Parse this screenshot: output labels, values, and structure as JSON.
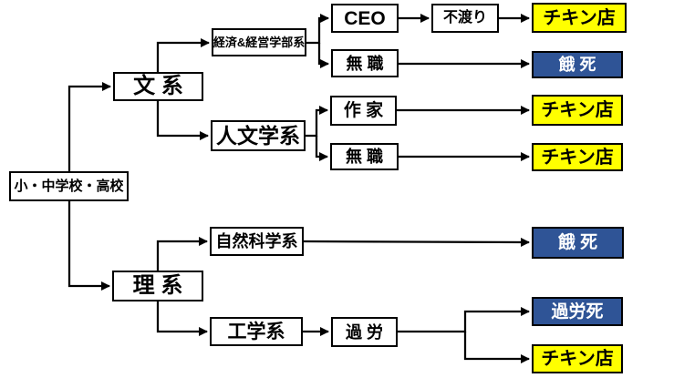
{
  "diagram": {
    "type": "flowchart",
    "direction": "left-to-right",
    "colors": {
      "canvas_background": "#FFFFFF",
      "box_background": "#FFFFFF",
      "box_border": "#000000",
      "connector": "#000000",
      "outcome_yellow_background": "#FFFF00",
      "outcome_yellow_text": "#000000",
      "outcome_blue_background": "#2F5496",
      "outcome_blue_text": "#FFFFFF"
    },
    "nodes": {
      "school": {
        "label": "小・中学校・高校",
        "variant": "white"
      },
      "bunkei": {
        "label": "文 系",
        "variant": "white"
      },
      "rikei": {
        "label": "理 系",
        "variant": "white"
      },
      "keizai": {
        "label": "経済&経営学部系",
        "variant": "white"
      },
      "jinbun": {
        "label": "人文学系",
        "variant": "white"
      },
      "shizen": {
        "label": "自然科学系",
        "variant": "white"
      },
      "kougaku": {
        "label": "工学系",
        "variant": "white"
      },
      "ceo": {
        "label": "CEO",
        "variant": "white"
      },
      "fuwatari": {
        "label": "不渡り",
        "variant": "white"
      },
      "chicken_top": {
        "label": "チキン店",
        "variant": "yellow"
      },
      "mushoku_keizai": {
        "label": "無 職",
        "variant": "white"
      },
      "gashi_bunkei": {
        "label": "餓 死",
        "variant": "blue"
      },
      "sakka": {
        "label": "作 家",
        "variant": "white"
      },
      "chicken_sakka": {
        "label": "チキン店",
        "variant": "yellow"
      },
      "mushoku_jinbun": {
        "label": "無 職",
        "variant": "white"
      },
      "chicken_mushoku": {
        "label": "チキン店",
        "variant": "yellow"
      },
      "gashi_rikei": {
        "label": "餓 死",
        "variant": "blue"
      },
      "karou": {
        "label": "過 労",
        "variant": "white"
      },
      "karoushi": {
        "label": "過労死",
        "variant": "blue"
      },
      "chicken_kougaku": {
        "label": "チキン店",
        "variant": "yellow"
      }
    },
    "edges": [
      {
        "from": "school",
        "to": "bunkei"
      },
      {
        "from": "school",
        "to": "rikei"
      },
      {
        "from": "bunkei",
        "to": "keizai"
      },
      {
        "from": "bunkei",
        "to": "jinbun"
      },
      {
        "from": "keizai",
        "to": "ceo"
      },
      {
        "from": "keizai",
        "to": "mushoku_keizai"
      },
      {
        "from": "ceo",
        "to": "fuwatari"
      },
      {
        "from": "fuwatari",
        "to": "chicken_top"
      },
      {
        "from": "mushoku_keizai",
        "to": "gashi_bunkei"
      },
      {
        "from": "jinbun",
        "to": "sakka"
      },
      {
        "from": "jinbun",
        "to": "mushoku_jinbun"
      },
      {
        "from": "sakka",
        "to": "chicken_sakka"
      },
      {
        "from": "mushoku_jinbun",
        "to": "chicken_mushoku"
      },
      {
        "from": "rikei",
        "to": "shizen"
      },
      {
        "from": "rikei",
        "to": "kougaku"
      },
      {
        "from": "shizen",
        "to": "gashi_rikei"
      },
      {
        "from": "kougaku",
        "to": "karou"
      },
      {
        "from": "karou",
        "to": "karoushi"
      },
      {
        "from": "karou",
        "to": "chicken_kougaku"
      }
    ]
  }
}
